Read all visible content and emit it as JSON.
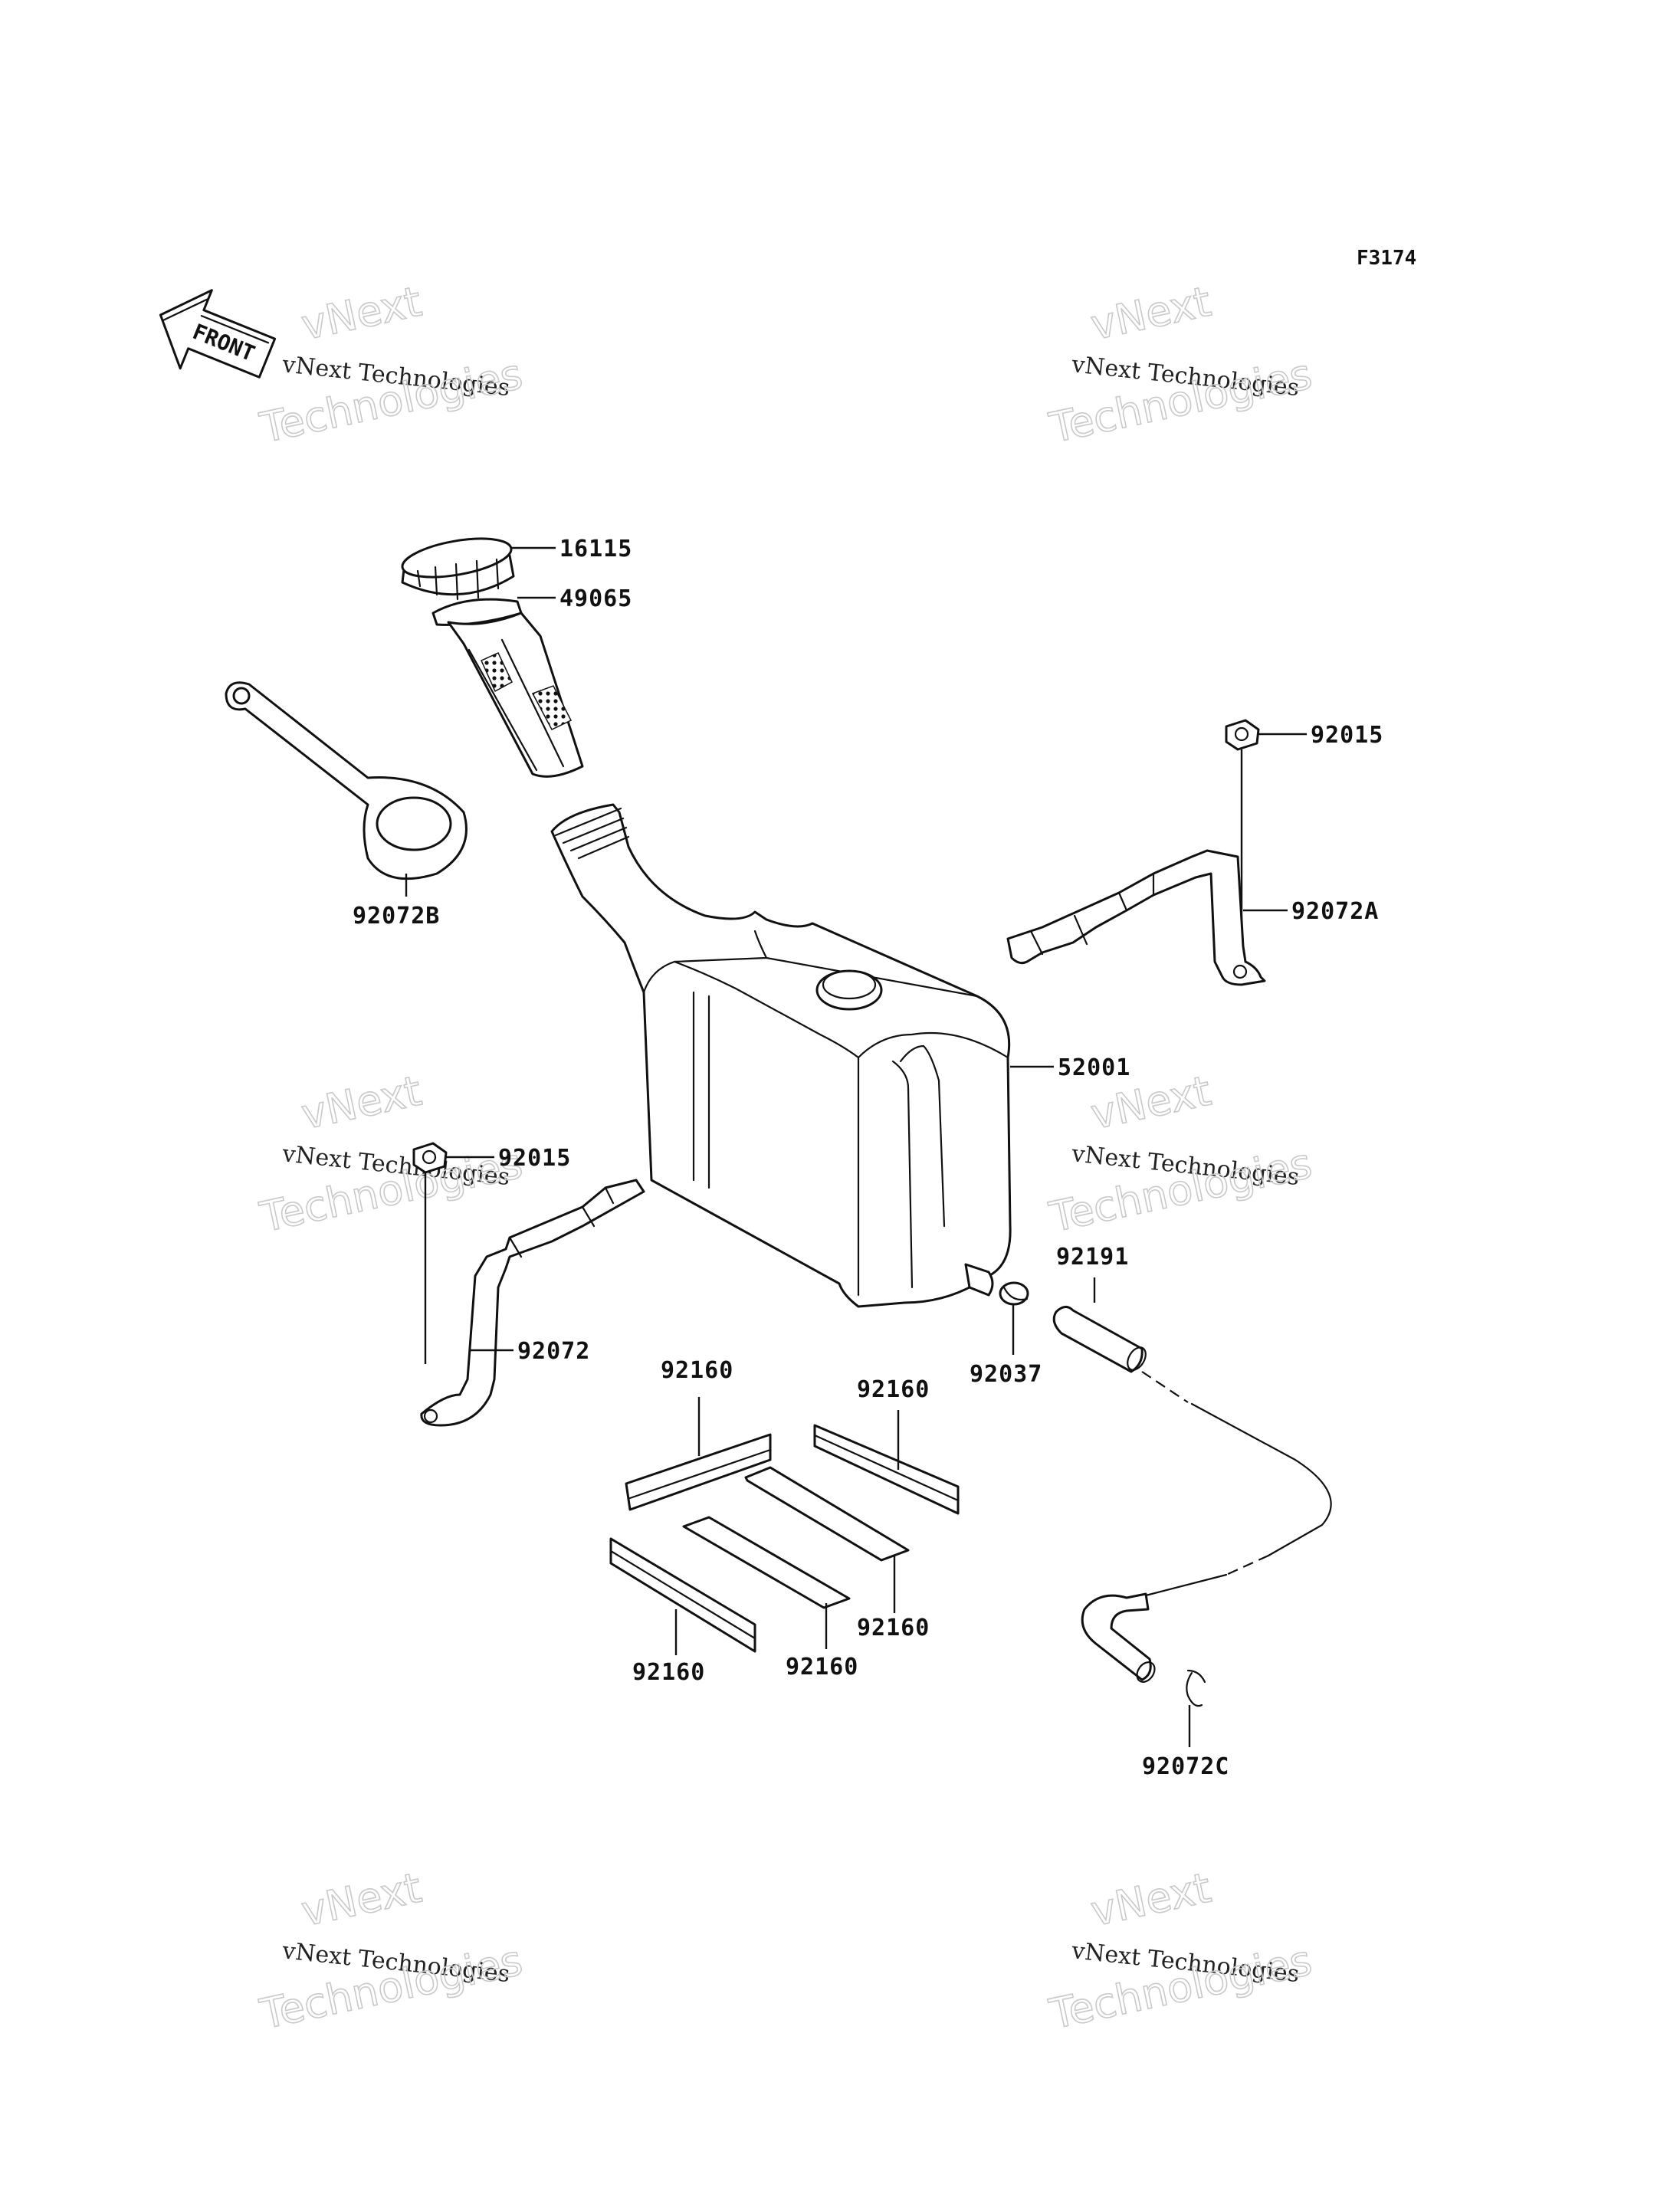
{
  "figure_id": "F3174",
  "front_label": "FRONT",
  "watermark": {
    "line1": "vNext",
    "line2": "vNext Technologies",
    "line3": "Technologies"
  },
  "parts": {
    "p16115": "16115",
    "p49065": "49065",
    "p92072B": "92072B",
    "p92015_right": "92015",
    "p92072A": "92072A",
    "p52001": "52001",
    "p92015_left": "92015",
    "p92072": "92072",
    "p92191": "92191",
    "p92037": "92037",
    "p92160_a": "92160",
    "p92160_b": "92160",
    "p92160_c": "92160",
    "p92160_d": "92160",
    "p92160_e": "92160",
    "p92072C": "92072C"
  }
}
